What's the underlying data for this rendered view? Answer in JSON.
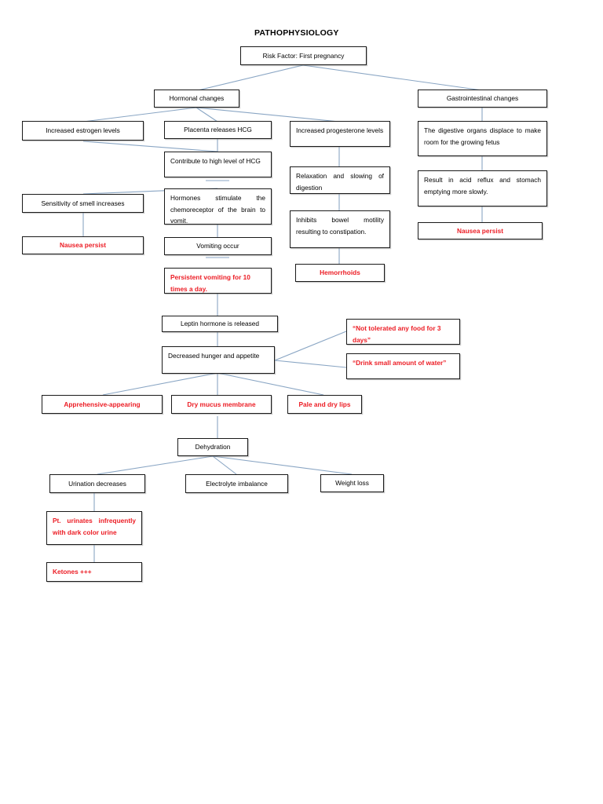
{
  "document": {
    "title": "PATHOPHYSIOLOGY",
    "type": "flowchart",
    "line_color": "#8aa6c4",
    "box_border_color": "#1a1a1a",
    "text_color_black": "#000000",
    "text_color_red": "#ec1c24"
  },
  "nodes": {
    "risk_factor": "Risk Factor: First pregnancy",
    "hormonal_changes": "Hormonal changes",
    "gastrointestinal_changes": "Gastrointestinal changes",
    "increased_estrogen": "Increased estrogen levels",
    "placenta_hcg": "Placenta releases HCG",
    "increased_progesterone": "Increased progesterone levels",
    "digestive_displace": "The digestive organs displace to make room for the growing fetus",
    "contribute_hcg": "Contribute to high level of HCG",
    "relaxation_slowing": "Relaxation and slowing of digestion",
    "acid_reflux": "Result in acid reflux and stomach emptying more slowly.",
    "sensitivity_smell": "Sensitivity of smell increases",
    "hormones_stimulate": "Hormones stimulate the chemoreceptor of the brain to vomit.",
    "inhibits_bowel": "Inhibits bowel motility resulting to constipation.",
    "nausea_persist_left": "Nausea persist",
    "nausea_persist_right": "Nausea persist",
    "vomiting_occur": "Vomiting occur",
    "hemorrhoids": "Hemorrhoids",
    "persistent_vomiting": "Persistent vomiting for 10 times a day.",
    "leptin_released": "Leptin hormone is released",
    "decreased_hunger": "Decreased hunger and appetite",
    "quote_not_tolerated": "“Not tolerated any food for 3 days”",
    "quote_drink_water": "“Drink small amount of water”",
    "apprehensive": "Apprehensive-appearing",
    "dry_mucus": "Dry mucus membrane",
    "pale_dry_lips": "Pale and dry lips",
    "dehydration": "Dehydration",
    "urination_decreases": "Urination decreases",
    "electrolyte_imbalance": "Electrolyte imbalance",
    "weight_loss": "Weight loss",
    "pt_urinates": "Pt. urinates infrequently with dark color urine",
    "ketones": "Ketones +++"
  }
}
